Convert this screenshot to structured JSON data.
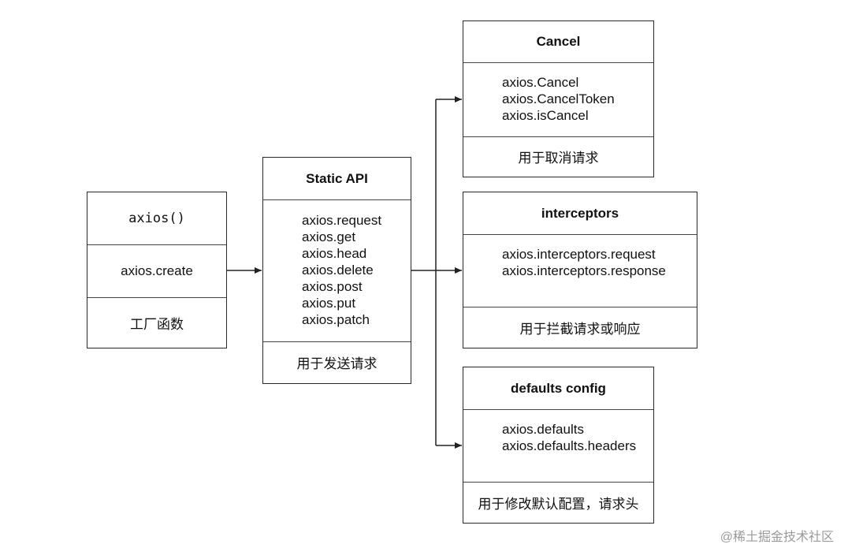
{
  "factory_box": {
    "title": "axios()",
    "method": "axios.create",
    "description": "工厂函数"
  },
  "static_api_box": {
    "title": "Static API",
    "items": [
      "axios.request",
      "axios.get",
      "axios.head",
      "axios.delete",
      "axios.post",
      "axios.put",
      "axios.patch"
    ],
    "description": "用于发送请求"
  },
  "cancel_box": {
    "title": "Cancel",
    "items": [
      "axios.Cancel",
      "axios.CancelToken",
      "axios.isCancel"
    ],
    "description": "用于取消请求"
  },
  "interceptors_box": {
    "title": "interceptors",
    "items": [
      "axios.interceptors.request",
      "axios.interceptors.response"
    ],
    "description": "用于拦截请求或响应"
  },
  "defaults_box": {
    "title": "defaults config",
    "items": [
      "axios.defaults",
      "axios.defaults.headers"
    ],
    "description": "用于修改默认配置，请求头"
  },
  "watermark": "@稀土掘金技术社区"
}
